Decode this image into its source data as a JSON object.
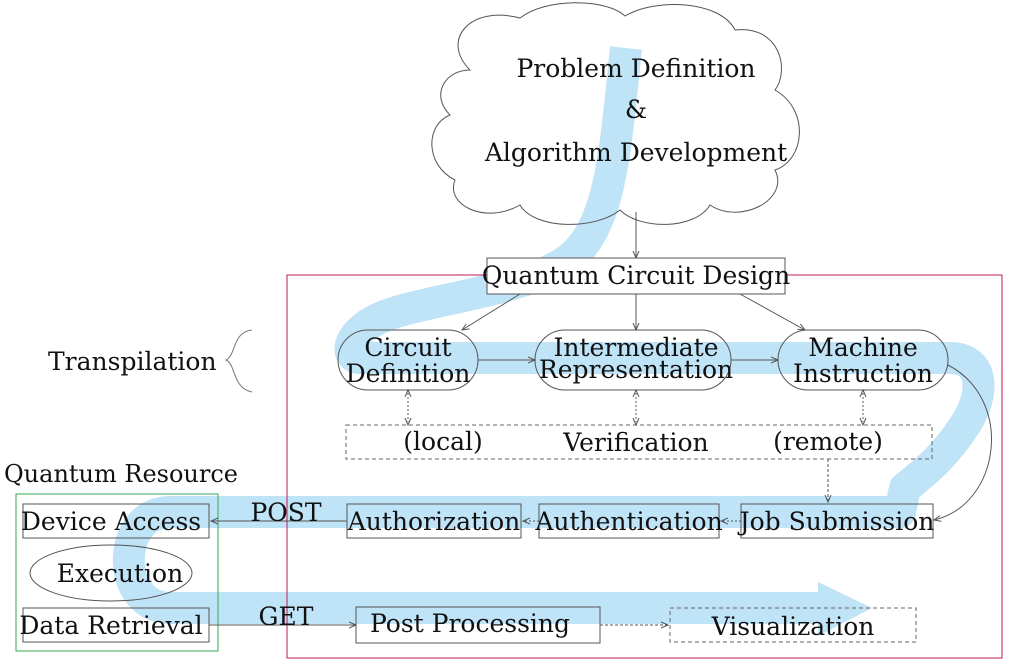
{
  "cloud": {
    "line1": "Problem Definition",
    "line2": "&",
    "line3": "Algorithm Development"
  },
  "design": {
    "label": "Quantum Circuit Design"
  },
  "transpilation": {
    "label": "Transpilation"
  },
  "stages": {
    "circuit_def": {
      "line1": "Circuit",
      "line2": "Definition"
    },
    "intermediate": {
      "line1": "Intermediate",
      "line2": "Representation"
    },
    "machine": {
      "line1": "Machine",
      "line2": "Instruction"
    }
  },
  "verification": {
    "local": "(local)",
    "label": "Verification",
    "remote": "(remote)"
  },
  "resource": {
    "title": "Quantum Resource",
    "device_access": "Device Access",
    "execution": "Execution",
    "data_retrieval": "Data Retrieval"
  },
  "flow": {
    "post": "POST",
    "get": "GET",
    "authorization": "Authorization",
    "authentication": "Authentication",
    "job_submission": "Job Submission",
    "post_processing": "Post Processing",
    "visualization": "Visualization"
  },
  "colors": {
    "flow_band": "#bfe3f7",
    "pipeline_border": "#c2185b",
    "resource_border": "#3aa655",
    "line": "#555555"
  }
}
